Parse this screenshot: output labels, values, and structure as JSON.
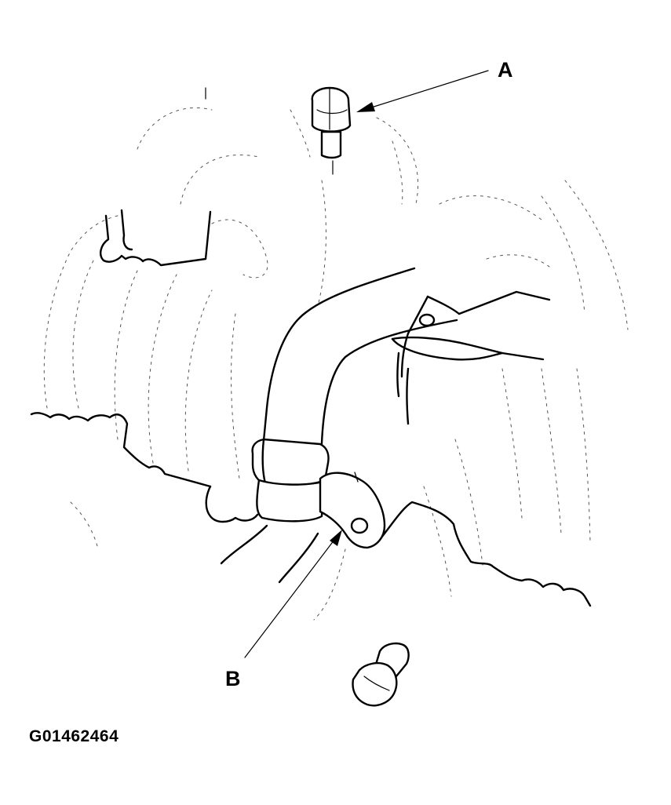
{
  "callouts": {
    "a": "A",
    "b": "B"
  },
  "figure_id": "G01462464",
  "colors": {
    "ink": "#000000",
    "background": "#ffffff"
  }
}
